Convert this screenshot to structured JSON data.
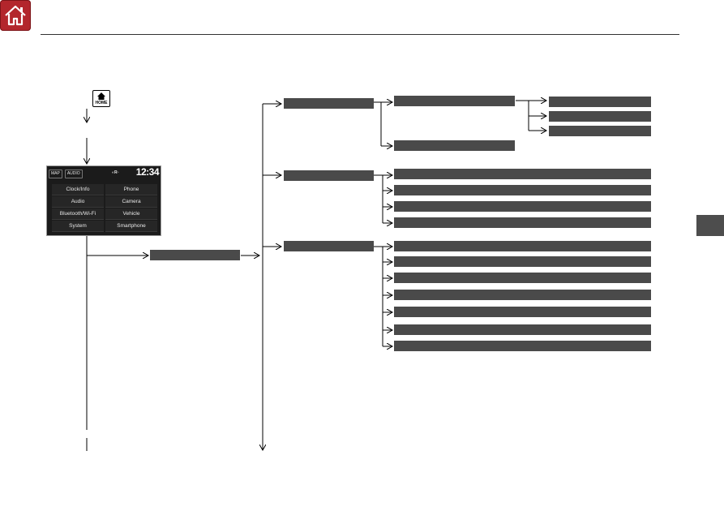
{
  "colors": {
    "brand_red": "#b3262c",
    "box_fill": "#4a4a4a",
    "line": "#000000"
  },
  "home_icon": {
    "name": "house-icon"
  },
  "home_button": {
    "label": "HOME",
    "icon": "house-icon"
  },
  "screen": {
    "chips": [
      "MAP",
      "AUDIO"
    ],
    "signal": "◐R▫",
    "clock": "12:34",
    "menu": [
      "Clock/Info",
      "Phone",
      "Audio",
      "Camera",
      "Bluetooth/Wi-Fi",
      "Vehicle",
      "System",
      "Smartphone"
    ]
  }
}
